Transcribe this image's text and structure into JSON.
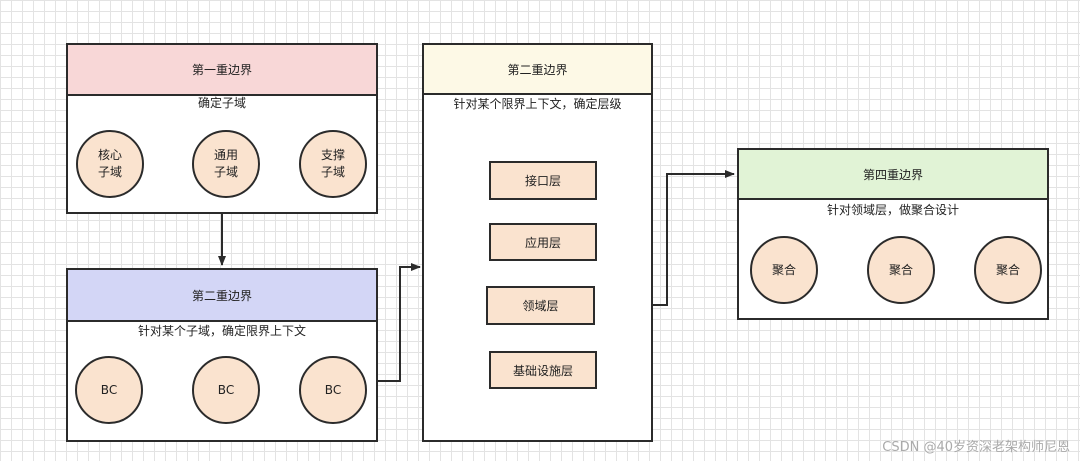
{
  "boundary1": {
    "title": "第一重边界",
    "subtitle": "确定子域",
    "circles": [
      {
        "line1": "核心",
        "line2": "子域"
      },
      {
        "line1": "通用",
        "line2": "子域"
      },
      {
        "line1": "支撑",
        "line2": "子域"
      }
    ]
  },
  "boundary2": {
    "title": "第二重边界",
    "subtitle": "针对某个子域，确定限界上下文",
    "circles": [
      "BC",
      "BC",
      "BC"
    ]
  },
  "boundary3": {
    "title": "第二重边界",
    "subtitle": "针对某个限界上下文，确定层级",
    "layers": [
      "接口层",
      "应用层",
      "领域层",
      "基础设施层"
    ]
  },
  "boundary4": {
    "title": "第四重边界",
    "subtitle": "针对领域层，做聚合设计",
    "circles": [
      "聚合",
      "聚合",
      "聚合"
    ]
  },
  "colors": {
    "boundary1_header": "#f8d7d7",
    "boundary2_header": "#d3d6f6",
    "boundary3_header": "#fdf9e6",
    "boundary4_header": "#e1f3d6",
    "node_fill": "#fae3cf"
  },
  "watermark": "CSDN @40岁资深老架构师尼恩"
}
